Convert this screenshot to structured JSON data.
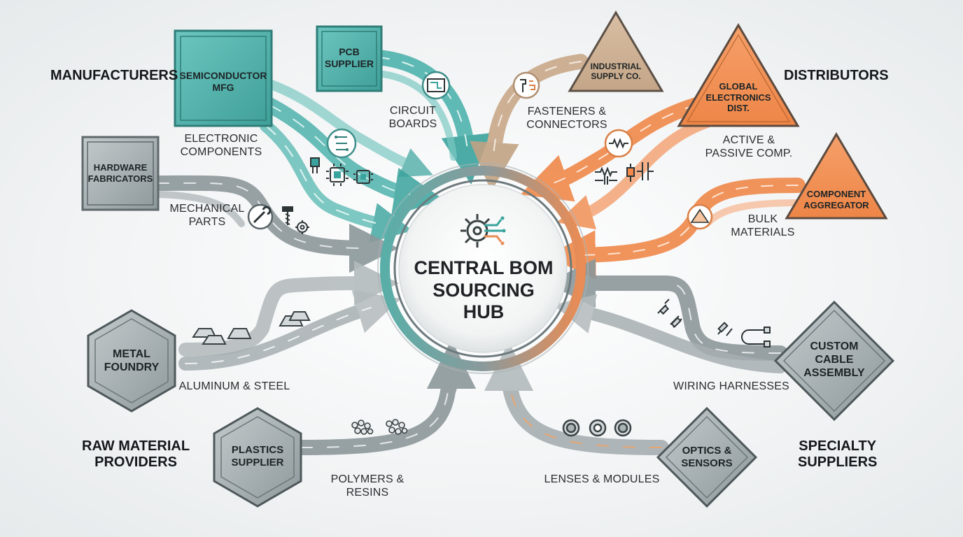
{
  "hub": {
    "title": "CENTRAL BOM\nSOURCING\nHUB"
  },
  "categories": {
    "manufacturers": "MANUFACTURERS",
    "distributors": "DISTRIBUTORS",
    "raw_material": "RAW MATERIAL\nPROVIDERS",
    "specialty": "SPECIALTY\nSUPPLIERS"
  },
  "suppliers": {
    "semiconductor": "SEMICONDUCTOR\nMFG",
    "pcb": "PCB\nSUPPLIER",
    "hardware": "HARDWARE\nFABRICATORS",
    "industrial": "INDUSTRIAL\nSUPPLY CO.",
    "global": "GLOBAL\nELECTRONICS\nDIST.",
    "aggregator": "COMPONENT\nAGGREGATOR",
    "metal": "METAL\nFOUNDRY",
    "plastics": "PLASTICS\nSUPPLIER",
    "cable": "CUSTOM\nCABLE\nASSEMBLY",
    "optics": "OPTICS &\nSENSORS"
  },
  "flows": {
    "electronic": "ELECTRONIC\nCOMPONENTS",
    "circuit": "CIRCUIT\nBOARDS",
    "mechanical": "MECHANICAL\nPARTS",
    "fasteners": "FASTENERS &\nCONNECTORS",
    "active": "ACTIVE &\nPASSIVE COMP.",
    "bulk": "BULK\nMATERIALS",
    "aluminum": "ALUMINUM & STEEL",
    "polymers": "POLYMERS & RESINS",
    "wiring": "WIRING HARNESSES",
    "lenses": "LENSES & MODULES"
  },
  "colors": {
    "teal": "#4fb3ad",
    "teal_dark": "#2f8f8a",
    "orange": "#f0894a",
    "tan": "#c9a98a",
    "gray": "#9aa3a6",
    "gray_dark": "#6f7a7e"
  }
}
